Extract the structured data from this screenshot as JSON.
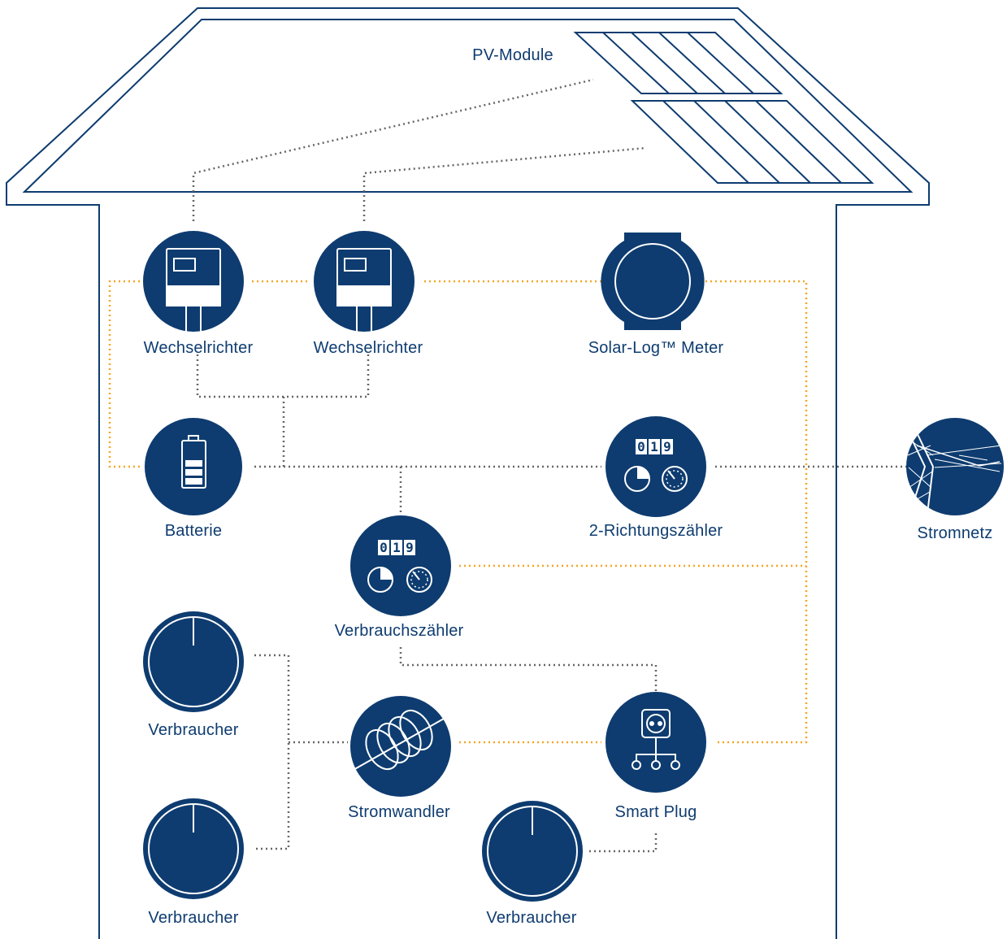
{
  "colors": {
    "navy": "#0e3c70",
    "data_link": "#666666",
    "power_link": "#f5a623",
    "background": "#ffffff"
  },
  "labels": {
    "pv_module": "PV-Module",
    "inverter_1": "Wechselrichter",
    "inverter_2": "Wechselrichter",
    "solarlog_meter": "Solar-Log™ Meter",
    "battery": "Batterie",
    "bidirectional_meter": "2-Richtungszähler",
    "grid": "Stromnetz",
    "consumption_meter": "Verbrauchszähler",
    "consumer_1": "Verbraucher",
    "consumer_2": "Verbraucher",
    "consumer_3": "Verbraucher",
    "current_transformer": "Stromwandler",
    "smart_plug": "Smart Plug"
  },
  "meter_digits": [
    "0",
    "1",
    "9"
  ],
  "icons": {
    "inverter": "inverter-icon",
    "meter": "solarlog-meter-icon",
    "battery": "battery-icon",
    "counter": "counter-icon",
    "grid": "power-pylon-icon",
    "consumer": "power-button-icon",
    "current_transformer": "current-transformer-icon",
    "smart_plug": "smart-plug-icon",
    "pv": "solar-panel-icon"
  }
}
